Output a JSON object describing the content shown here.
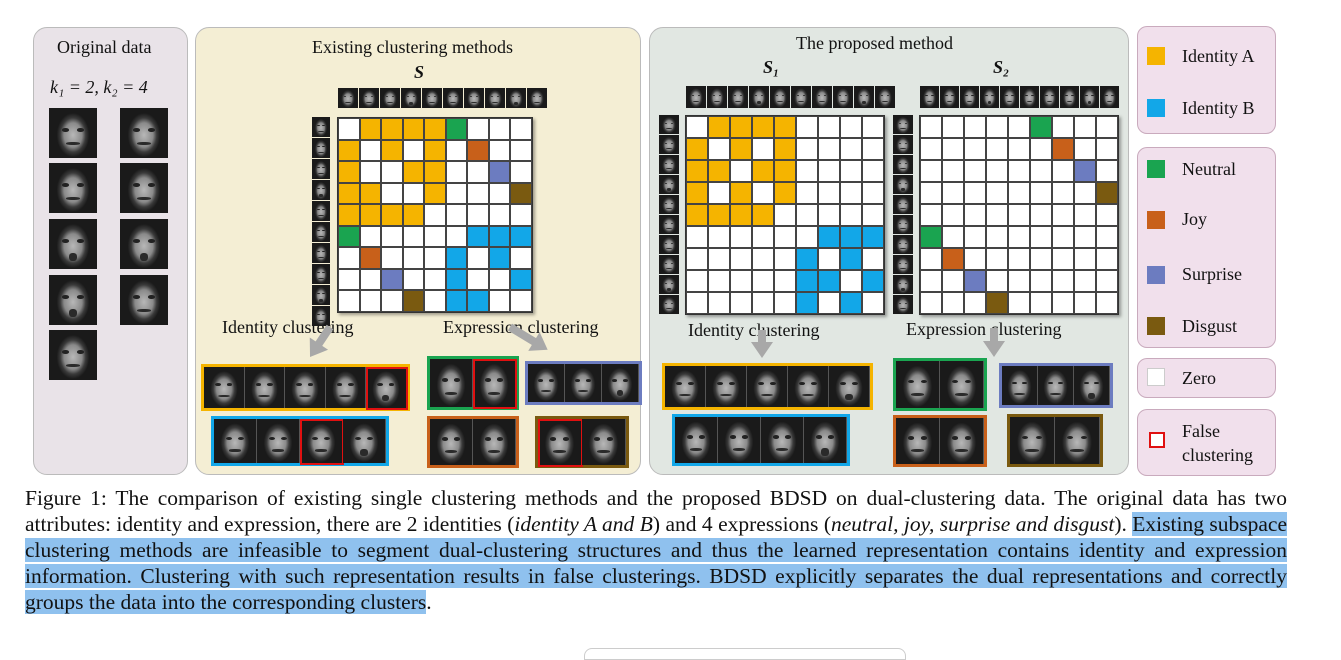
{
  "panels": {
    "original": {
      "title": "Original data",
      "formula": "k₁ = 2, k₂ = 4"
    },
    "existing": {
      "title": "Existing clustering methods",
      "matrix_label": "S",
      "left_label": "Identity clustering",
      "right_label": "Expression clustering"
    },
    "proposed": {
      "title": "The proposed method",
      "s1_label": "S₁",
      "s2_label": "S₂",
      "left_label": "Identity clustering",
      "right_label": "Expression clustering"
    }
  },
  "legend": {
    "identity_a": "Identity A",
    "identity_b": "Identity B",
    "neutral": "Neutral",
    "joy": "Joy",
    "surprise": "Surprise",
    "disgust": "Disgust",
    "zero": "Zero",
    "false_line1": "False",
    "false_line2": "clustering"
  },
  "colors": {
    "identity_a": "#f5b400",
    "identity_b": "#12a7e8",
    "neutral": "#1aa450",
    "joy": "#c8601a",
    "surprise": "#6c7cc0",
    "disgust": "#7a5a10",
    "false": "#e01010"
  },
  "caption": {
    "p1": "Figure 1: The comparison of existing single clustering methods and the proposed BDSD on dual-clustering data. The original data has two attributes: identity and expression, there are 2 identities (",
    "i1": "identity A and B",
    "p2": ") and 4 expressions (",
    "i2": "neutral, joy, surprise and disgust",
    "p3": "). ",
    "hl": "Existing subspace clustering methods are infeasible to segment dual-clustering structures and thus the learned representation contains identity and expression information. Clustering with such representation results in false clusterings. BDSD explicitly separates the dual representations and correctly groups the data into the corresponding clusters",
    "p4": "."
  }
}
